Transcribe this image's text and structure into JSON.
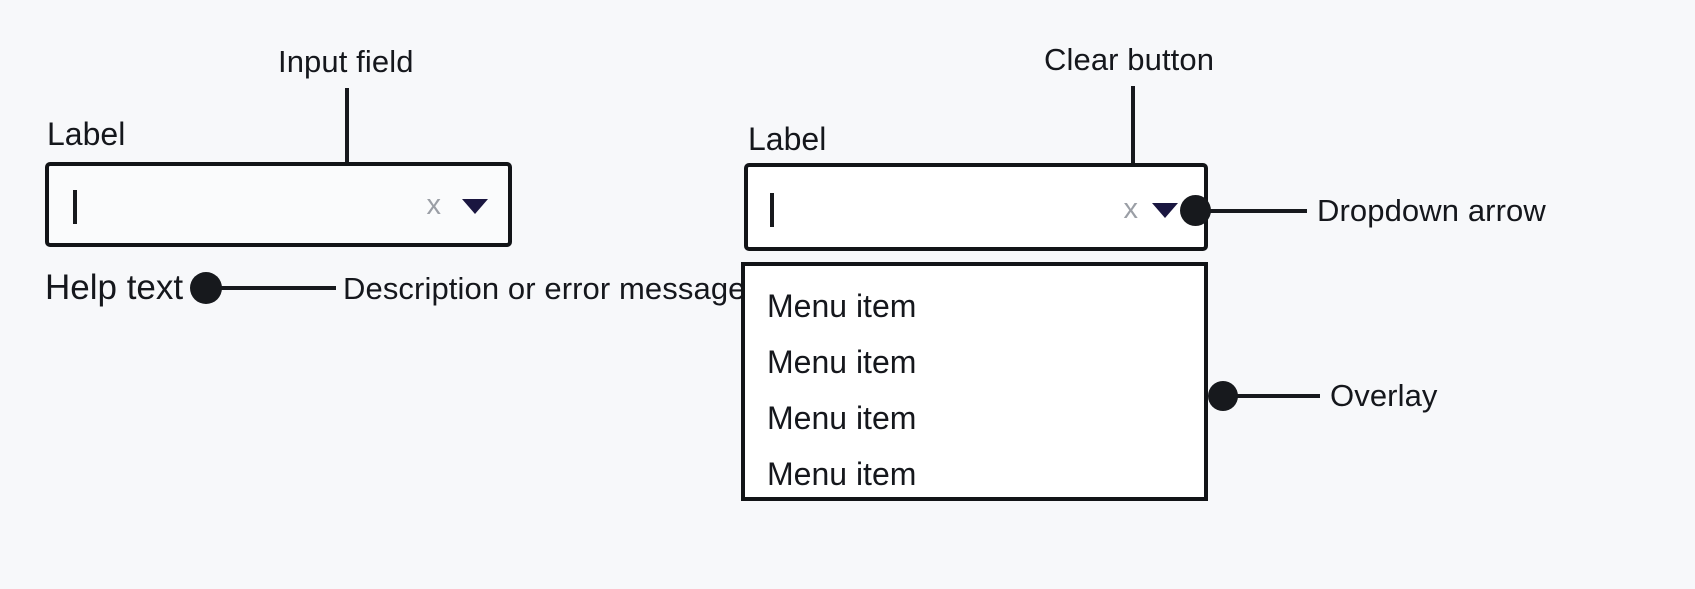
{
  "page": {
    "background_color": "#f7f8fa",
    "ink_color": "#17191d",
    "arrow_color": "#1a1640",
    "clear_icon_color": "#9b9fa6"
  },
  "left_field": {
    "label": "Label",
    "input_value": "",
    "caret_icon": "text-caret",
    "clear_icon": "x",
    "dropdown_icon": "▼",
    "help_text": "Help text"
  },
  "right_field": {
    "label": "Label",
    "input_value": "",
    "caret_icon": "text-caret",
    "clear_icon": "x",
    "dropdown_icon": "▼"
  },
  "menu": {
    "items": [
      {
        "label": "Menu item"
      },
      {
        "label": "Menu item"
      },
      {
        "label": "Menu item"
      },
      {
        "label": "Menu item"
      }
    ]
  },
  "callouts": {
    "input_field": "Input field",
    "help_description": "Description or error message",
    "clear_button": "Clear button",
    "dropdown_arrow": "Dropdown arrow",
    "overlay": "Overlay"
  }
}
